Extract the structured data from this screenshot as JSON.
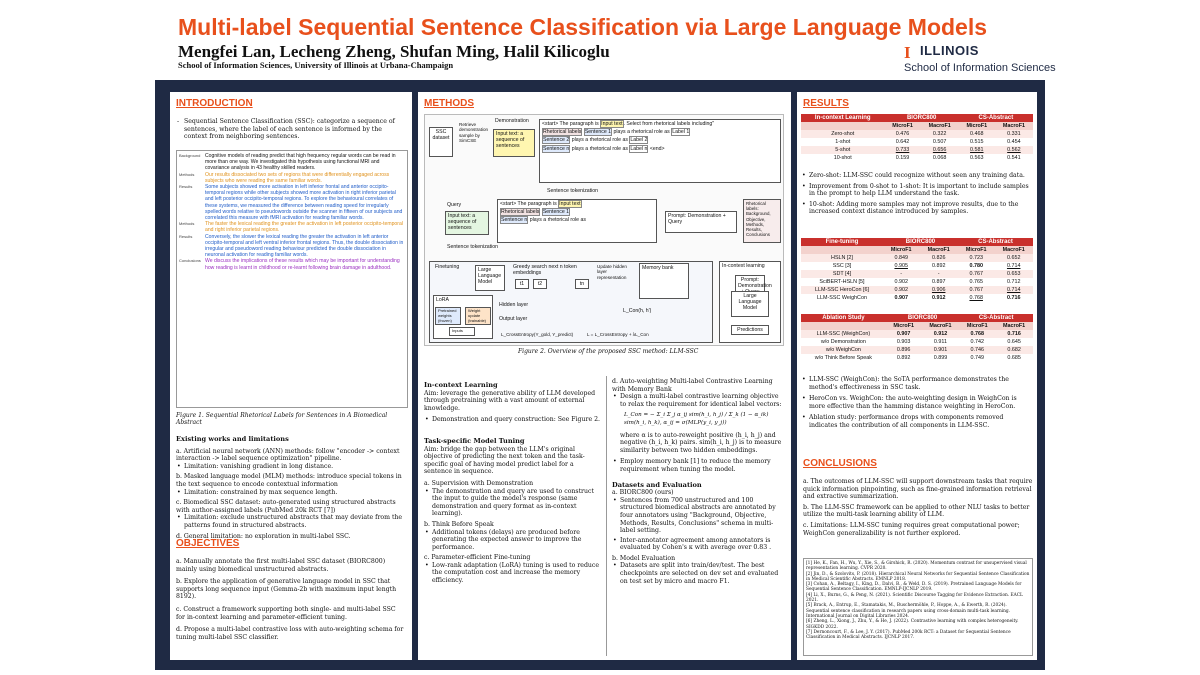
{
  "header": {
    "title": "Multi-label Sequential Sentence Classification via Large Language Models",
    "authors": "Mengfei Lan, Lecheng Zheng, Shufan Ming, Halil Kilicoglu",
    "affiliation": "School of Information Sciences, University of Illinois at Urbana-Champaign",
    "logo_mark": "I",
    "logo_word": "ILLINOIS",
    "logo_sub": "School of Information Sciences"
  },
  "intro": {
    "title": "INTRODUCTION",
    "bullet": "Sequential Sentence Classification (SSC): categorize a sequence of sentences, where the label of each sentence is informed by the context from neighboring sentences.",
    "figure": [
      {
        "label": "Background",
        "text": "Cognitive models of reading predict that high frequency regular words can be read in more than one way. We investigated this hypothesis using functional MRI and covariance analysis in 43 healthy skilled readers."
      },
      {
        "label": "Methods",
        "text": "Our results dissociated two sets of regions that were differentially engaged across subjects who were reading the same familiar words."
      },
      {
        "label": "Results",
        "text": "Some subjects showed more activation in left inferior frontal and anterior occipito-temporal regions while other subjects showed more activation in right inferior parietal and left posterior occipito-temporal regions. To explore the behavioural correlates of these systems, we measured the difference between reading speed for irregularly spelled words relative to pseudowords outside the scanner in fifteen of our subjects and correlated this measure with fMRI activation for reading familiar words."
      },
      {
        "label": "Methods",
        "text": "The faster the lexical reading the greater the activation in left posterior occipito-temporal and right inferior parietal regions."
      },
      {
        "label": "Results",
        "text": "Conversely, the slower the lexical reading the greater the activation in left anterior occipito-temporal and left ventral inferior frontal regions. Thus, the double dissociation in irregular and pseudoword reading behaviour predicted the double dissociation in neuronal activation for reading familiar words."
      },
      {
        "label": "Conclusions",
        "text": "We discuss the implications of these results which may be important for understanding how reading is learnt in childhood or re-learnt following brain damage in adulthood."
      }
    ],
    "caption": "Figure 1. Sequential Rhetorical Labels for Sentences in A Biomedical Abstract",
    "existing_title": "Existing works and limitations",
    "existing": [
      {
        "head": "a. Artificial neural network (ANN) methods: follow \"encoder -> context interaction -> label sequence optimization\" pipeline.",
        "sub": "Limitation: vanishing gradient in long distance."
      },
      {
        "head": "b. Masked language model (MLM) methods: introduce special tokens in the text sequence to encode contextual information",
        "sub": "Limitation: constrained by max sequence length."
      },
      {
        "head": "c. Biomedical SSC dataset: auto-generated using structured abstracts with author-assigned labels (PubMed 20k RCT [7])",
        "sub": "Limitation: exclude unstructured abstracts that may deviate from the patterns found in structured abstracts."
      },
      {
        "head": "d. General limitation: no exploration in multi-label SSC.",
        "sub": ""
      }
    ]
  },
  "objectives": {
    "title": "OBJECTIVES",
    "items": [
      "a. Manually annotate the first multi-label SSC dataset (BIORC800) mainly using biomedical unstructured abstracts.",
      "b. Explore the application of generative language model in SSC that supports long sequence input (Gemma-2b with maximum input length 8192).",
      "c. Construct a framework supporting both single- and multi-label SSC for in-context learning and parameter-efficient tuning.",
      "d. Propose a multi-label contrastive loss with auto-weighting schema for tuning multi-label SSC classifier."
    ]
  },
  "methods": {
    "title": "METHODS",
    "fig": {
      "ssc_dataset": "SSC dataset",
      "retrieve": "Retrieve demonstration sample by SimCSE",
      "demonstration": "Demonstration",
      "input_seq": "Input text: a sequence of sentences",
      "start_line": "<start> The paragraph is",
      "input_text": "Input text",
      "select_from": ". Select from rhetorical labels including\"",
      "rhet_labels": "Rhetorical labels",
      "sentence1": "Sentence 1",
      "sentence2": "Sentence 2",
      "sentence_n": "Sentence n",
      "label1": "Label 1",
      "label2": "Label 2",
      "label_n": "Label n",
      "end": "<end>",
      "plays": "plays a rhetorical role as",
      "sent_tok": "Sentence tokenization",
      "query": "Query",
      "prompt": "Prompt: Demonstration + Query",
      "rhet_box": "Rhetorical labels: Background, Objective, Methods, Results, Conclusions",
      "finetuning": "Finetuning",
      "llm": "Large Language Model",
      "greedy": "Greedy search next n token embeddings",
      "t1": "t1",
      "t2": "t2",
      "tn": "tn",
      "update": "Update hidden layer representation",
      "memory": "Memory bank",
      "icl": "In-context learning",
      "predictions": "Predictions",
      "lora": "LoRA",
      "hidden": "Hidden layer",
      "output": "Output layer",
      "pretrained": "Pretrained weights (frozen)",
      "weight_update": "Weight update (trainable)",
      "inputs": "Inputs",
      "loss_ce": "L_CrossEntropy(Y_gold, Y_predict)",
      "loss_total": "L = L_CrossEntropy + λL_Con",
      "loss_con": "L_Con(h, h')"
    },
    "caption": "Figure 2. Overview of the proposed SSC method: LLM-SSC",
    "icl_title": "In-context Learning",
    "icl_aim": "Aim: leverage the generative ability of LLM developed through pretraining with a vast amount of external knowledge.",
    "icl_bullet": "Demonstration and query construction: See Figure 2.",
    "tmt_title": "Task-specific Model Tuning",
    "tmt_aim": "Aim: bridge the gap between the LLM's original objective of predicting the next token and the task-specific goal of having model predict label for a sentence in sequence.",
    "tmt_items": [
      {
        "head": "a. Supervision with Demonstration",
        "sub": "The demonstration and query are used to construct the input to guide the model's response (same demonstration and query format as in-context learning)."
      },
      {
        "head": "b. Think Before Speak",
        "sub": "Additional tokens (delays) are produced before generating the expected answer to improve the performance."
      },
      {
        "head": "c. Parameter-efficient Fine-tuning",
        "sub": "Low-rank adaptation (LoRA) tuning is used to reduce the computation cost and increase the memory efficiency."
      }
    ],
    "d_head": "d. Auto-weighting Multi-label Contrastive Learning with Memory Bank",
    "d_sub": "Design a multi-label contrastive learning objective to relax the requirement for identical label vectors:",
    "d_formula": "L_Con = − Σ_i Σ_j α_ij sim(h_i, h_j) / Σ_k (1 − α_ik) sim(h_i, h_k),  α_ij = σ(MLP(y_i, y_j))",
    "d_note": "where α is to auto-reweight positive (h_i, h_j) and negative (h_i, h_k) pairs. sim(h_i, h_j) is to measure similarity between two hidden embeddings.",
    "d_memory": "Employ memory bank [1] to reduce the memory requirement when tuning the model.",
    "data_title": "Datasets and Evaluation",
    "data_a": "a. BIORC800 (ours)",
    "data_a1": "Sentences from 700 unstructured and 100 structured biomedical abstracts are annotated by four annotators using \"Background, Objective, Methods, Results, Conclusions\" schema in multi-label setting.",
    "data_a2": "Inter-annotator agreement among annotators is evaluated by Cohen's κ with average over 0.83 .",
    "data_b": "b. Model Evaluation",
    "data_b1": "Datasets are split into train/dev/test. The best checkpoints are selected on dev set and evaluated on test set by micro and macro F1."
  },
  "results": {
    "title": "RESULTS",
    "icl_table": {
      "h0": "In-context Learning",
      "h1": "BIORC800",
      "h2": "CS-Abstract",
      "sub": [
        "MicroF1",
        "MacroF1",
        "MicroF1",
        "MacroF1"
      ],
      "rows": [
        [
          "Zero-shot",
          "0.476",
          "0.322",
          "0.468",
          "0.331"
        ],
        [
          "1-shot",
          "0.642",
          "0.507",
          "0.515",
          "0.454"
        ],
        [
          "5-shot",
          "0.733",
          "0.656",
          "0.581",
          "0.562"
        ],
        [
          "10-shot",
          "0.159",
          "0.068",
          "0.563",
          "0.541"
        ]
      ]
    },
    "notes": [
      "Zero-shot: LLM-SSC could recognize without seen any training data.",
      "Improvement from 0-shot to 1-shot: It is important to include samples in the prompt to help LLM understand the task.",
      "10-shot: Adding more samples may not improve results, due to the increased context distance introduced by samples."
    ],
    "ft_table": {
      "h0": "Fine-tuning",
      "h1": "BIORC800",
      "h2": "CS-Abstract",
      "sub": [
        "MicroF1",
        "MacroF1",
        "MicroF1",
        "MacroF1"
      ],
      "rows": [
        [
          "HSLN [2]",
          "0.849",
          "0.826",
          "0.723",
          "0.652"
        ],
        [
          "SSC [3]",
          "0.905",
          "0.892",
          "0.780",
          "0.714"
        ],
        [
          "SDT [4]",
          "-",
          "-",
          "0.767",
          "0.653"
        ],
        [
          "SciBERT-HSLN [5]",
          "0.902",
          "0.897",
          "0.765",
          "0.712"
        ],
        [
          "LLM-SSC HeroCon [6]",
          "0.902",
          "0.906",
          "0.767",
          "0.714"
        ],
        [
          "LLM-SSC WeighCon",
          "0.907",
          "0.912",
          "0.768",
          "0.716"
        ]
      ]
    },
    "ab_table": {
      "h0": "Ablation Study",
      "h1": "BIORC800",
      "h2": "CS-Abstract",
      "sub": [
        "MicroF1",
        "MacroF1",
        "MicroF1",
        "MacroF1"
      ],
      "rows": [
        [
          "LLM-SSC (WeighCon)",
          "0.907",
          "0.912",
          "0.768",
          "0.716"
        ],
        [
          "w/o Demonstration",
          "0.903",
          "0.911",
          "0.742",
          "0.645"
        ],
        [
          "w/o WeighCon",
          "0.896",
          "0.901",
          "0.746",
          "0.682"
        ],
        [
          "w/o Think Before Speak",
          "0.892",
          "0.899",
          "0.749",
          "0.685"
        ]
      ]
    },
    "notes2": [
      "LLM-SSC (WeighCon): the SoTA performance demonstrates the method's effectiveness in SSC task.",
      "HeroCon vs. WeighCon: the auto-weighting design in WeighCon is more effective than the hamming distance weighting in HeroCon.",
      "Ablation study: performance drops with components removed indicates the contribution of all components in LLM-SSC."
    ]
  },
  "conclusions": {
    "title": "CONCLUSIONS",
    "items": [
      "a. The outcomes of LLM-SSC will support downstream tasks that require quick information pinpointing, such as fine-grained information retrieval and extractive summarization.",
      "b. The LLM-SSC framework can be applied to other NLU tasks to better utilize the multi-task learning ability of LLM.",
      "c. Limitations: LLM-SSC tuning requires great computational power; WeighCon generalizability is not further explored."
    ]
  },
  "references": [
    "[1] He, K., Fan, H., Wu, Y., Xie, S., & Girshick, R. (2020). Momentum contrast for unsupervised visual representation learning. CVPR 2020.",
    "[2] Jin, D., & Szolovits, P. (2018). Hierarchical Neural Networks for Sequential Sentence Classification in Medical Scientific Abstracts. EMNLP 2018.",
    "[3] Cohan, A., Beltagy, I., King, D., Dalvi, B., & Weld, D. S. (2019). Pretrained Language Models for Sequential Sentence Classification. EMNLP-IJCNLP 2019.",
    "[4] Li, X., Burns, G., & Peng, N. (2021). Scientific Discourse Tagging for Evidence Extraction. EACL 2021.",
    "[5] Brack, A., Entrup, E., Stamatakis, M., Buschermöhle, P., Hoppe, A., & Ewerth, R. (2024). Sequential sentence classification in research papers using cross-domain multi-task learning. International Journal on Digital Libraries 2024.",
    "[6] Zheng, L., Xiong, J., Zhu, Y., & He, J. (2022). Contrastive learning with complex heterogeneity. SIGKDD 2022.",
    "[7] Dernoncourt, F., & Lee, J. Y. (2017). PubMed 200k RCT: a Dataset for Sequential Sentence Classification in Medical Abstracts. IJCNLP 2017."
  ],
  "colors": {
    "accent": "#e8501c",
    "frame": "#1f2a44",
    "table_head": "#c9302c"
  }
}
